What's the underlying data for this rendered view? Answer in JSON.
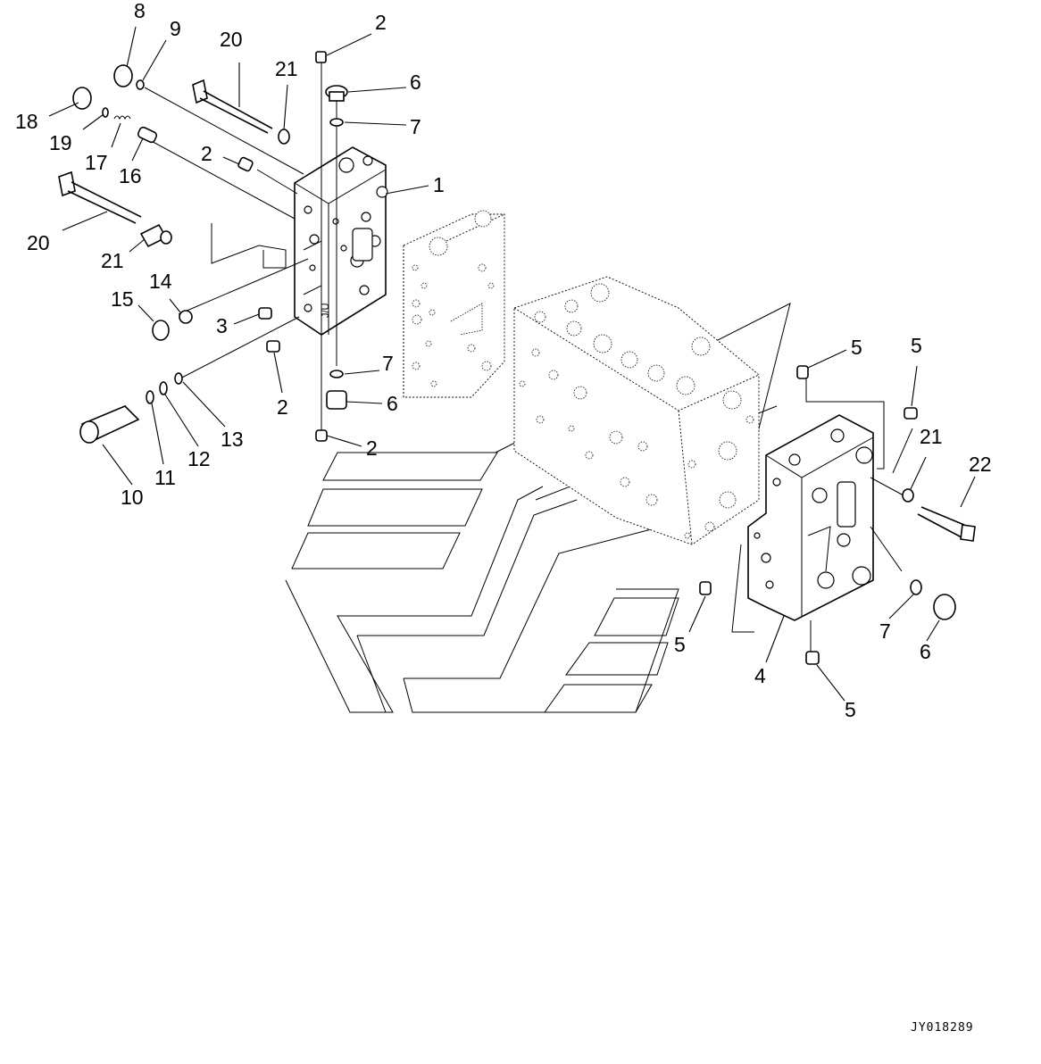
{
  "diagram": {
    "drawing_code": "JY018289",
    "callouts": [
      {
        "id": "c8",
        "label": "8"
      },
      {
        "id": "c9",
        "label": "9"
      },
      {
        "id": "c20a",
        "label": "20"
      },
      {
        "id": "c21a",
        "label": "21"
      },
      {
        "id": "c2a",
        "label": "2"
      },
      {
        "id": "c6a",
        "label": "6"
      },
      {
        "id": "c7a",
        "label": "7"
      },
      {
        "id": "c18",
        "label": "18"
      },
      {
        "id": "c19",
        "label": "19"
      },
      {
        "id": "c17",
        "label": "17"
      },
      {
        "id": "c16",
        "label": "16"
      },
      {
        "id": "c2b",
        "label": "2"
      },
      {
        "id": "c1",
        "label": "1"
      },
      {
        "id": "c20b",
        "label": "20"
      },
      {
        "id": "c21b",
        "label": "21"
      },
      {
        "id": "c14",
        "label": "14"
      },
      {
        "id": "c15",
        "label": "15"
      },
      {
        "id": "c3",
        "label": "3"
      },
      {
        "id": "c7b",
        "label": "7"
      },
      {
        "id": "c2c",
        "label": "2"
      },
      {
        "id": "c6b",
        "label": "6"
      },
      {
        "id": "c13",
        "label": "13"
      },
      {
        "id": "c12",
        "label": "12"
      },
      {
        "id": "c11",
        "label": "11"
      },
      {
        "id": "c10",
        "label": "10"
      },
      {
        "id": "c2d",
        "label": "2"
      },
      {
        "id": "c5a",
        "label": "5"
      },
      {
        "id": "c5b",
        "label": "5"
      },
      {
        "id": "c21c",
        "label": "21"
      },
      {
        "id": "c22",
        "label": "22"
      },
      {
        "id": "c5c",
        "label": "5"
      },
      {
        "id": "c4",
        "label": "4"
      },
      {
        "id": "c5d",
        "label": "5"
      },
      {
        "id": "c7c",
        "label": "7"
      },
      {
        "id": "c6c",
        "label": "6"
      }
    ]
  }
}
